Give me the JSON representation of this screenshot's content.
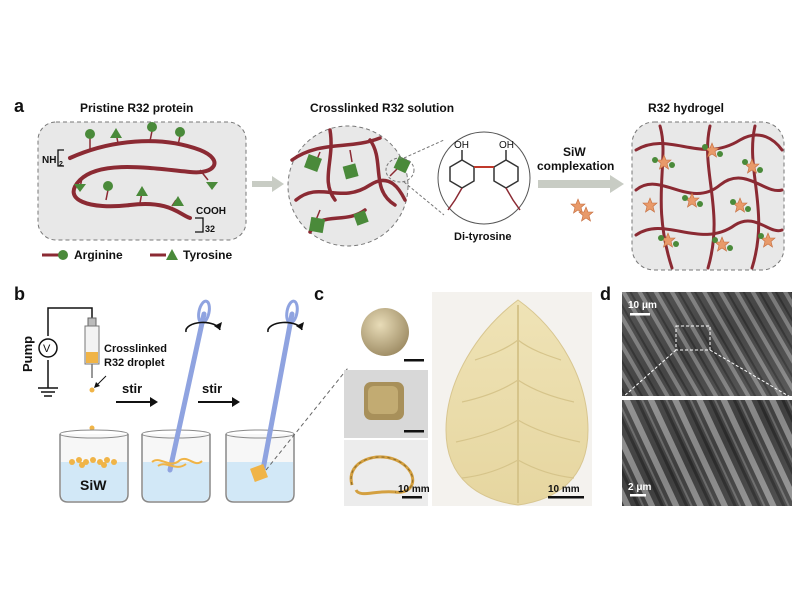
{
  "panel_a": {
    "letter": "a",
    "title_left": "Pristine R32 protein",
    "title_mid": "Crosslinked R32 solution",
    "title_right": "R32 hydrogel",
    "nh2": "NH",
    "nh2_sub": "2",
    "cooh": "COOH",
    "repeat": "32",
    "oh_left": "OH",
    "oh_right": "OH",
    "ditryosine": "Di-tyrosine",
    "siw_line1": "SiW",
    "siw_line2": "complexation",
    "legend_arginine": "Arginine",
    "legend_tyrosine": "Tyrosine"
  },
  "panel_b": {
    "letter": "b",
    "pump": "Pump",
    "volt": "V",
    "droplet_line1": "Crosslinked",
    "droplet_line2": "R32 droplet",
    "stir1": "stir",
    "stir2": "stir",
    "siw": "SiW"
  },
  "panel_c": {
    "letter": "c",
    "scale_small": "10 mm",
    "scale_big": "10 mm"
  },
  "panel_d": {
    "letter": "d",
    "scale_top": "10 μm",
    "scale_bottom": "2 μm"
  },
  "colors": {
    "chain": "#8b2a33",
    "green": "#4a8a3a",
    "box_bg": "#e8e8e8",
    "siw_orange": "#e89a6a",
    "stir_blue": "#8fa3e0",
    "arrow_gray": "#c8ccc4"
  }
}
